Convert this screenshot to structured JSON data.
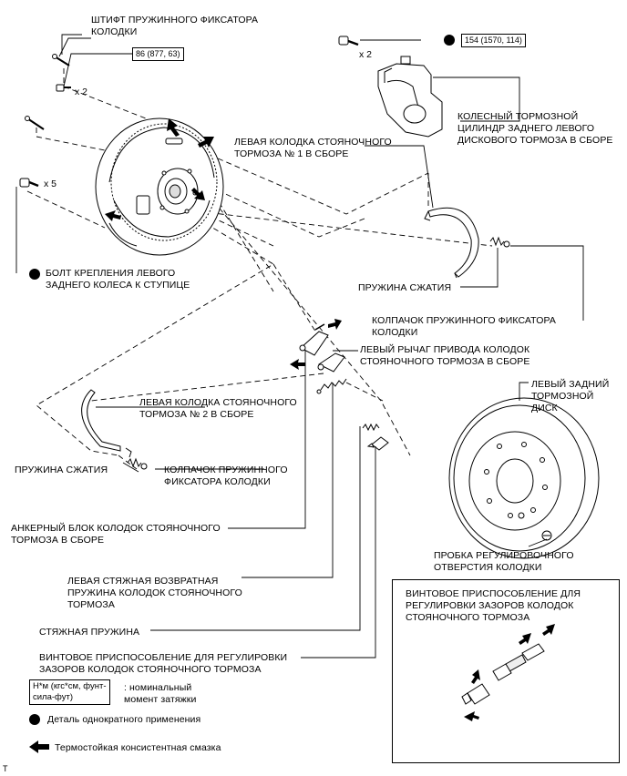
{
  "labels": {
    "pin": "ШТИФТ ПРУЖИННОГО ФИКСАТОРА\nКОЛОДКИ",
    "caliper": "КОЛЕСНЫЙ ТОРМОЗНОЙ\nЦИЛИНДР ЗАДНЕГО ЛЕВОГО\nДИСКОВОГО ТОРМОЗА В СБОРЕ",
    "shoe1": "ЛЕВАЯ КОЛОДКА СТОЯНОЧНОГО\nТОРМОЗА № 1 В СБОРЕ",
    "hub_bolt": "БОЛТ КРЕПЛЕНИЯ ЛЕВОГО\nЗАДНЕГО КОЛЕСА К СТУПИЦЕ",
    "compression_spring_right": "ПРУЖИНА СЖАТИЯ",
    "cap_right": "КОЛПАЧОК ПРУЖИННОГО ФИКСАТОРА\nКОЛОДКИ",
    "lever": "ЛЕВЫЙ РЫЧАГ ПРИВОДА КОЛОДОК\nСТОЯНОЧНОГО ТОРМОЗА В СБОРЕ",
    "shoe2": "ЛЕВАЯ КОЛОДКА СТОЯНОЧНОГО\nТОРМОЗА № 2 В СБОРЕ",
    "compression_spring_left": "ПРУЖИНА СЖАТИЯ",
    "cap_left": "КОЛПАЧОК ПРУЖИННОГО\nФИКСАТОРА КОЛОДКИ",
    "disc": "ЛЕВЫЙ ЗАДНИЙ\nТОРМОЗНОЙ\nДИСК",
    "anchor": "АНКЕРНЫЙ БЛОК КОЛОДОК СТОЯНОЧНОГО\nТОРМОЗА В СБОРЕ",
    "plug": "ПРОБКА РЕГУЛИРОВОЧНОГО\nОТВЕРСТИЯ КОЛОДКИ",
    "return_spring": "ЛЕВАЯ СТЯЖНАЯ ВОЗВРАТНАЯ\nПРУЖИНА КОЛОДОК СТОЯНОЧНОГО\nТОРМОЗА",
    "tension_spring": "СТЯЖНАЯ ПРУЖИНА",
    "adjuster": "ВИНТОВОЕ ПРИСПОСОБЛЕНИЕ ДЛЯ РЕГУЛИРОВКИ\nЗАЗОРОВ КОЛОДОК СТОЯНОЧНОГО ТОРМОЗА",
    "inset_title": "ВИНТОВОЕ ПРИСПОСОБЛЕНИЕ ДЛЯ\nРЕГУЛИРОВКИ ЗАЗОРОВ КОЛОДОК\nСТОЯНОЧНОГО ТОРМОЗА"
  },
  "torques": {
    "small_bolt": "86 (877, 63)",
    "caliper_bolt": "154 (1570, 114)"
  },
  "quantities": {
    "small_bolt": "x 2",
    "caliper_bolt": "x 2",
    "backing_bolt": "x 5"
  },
  "legend": {
    "torque_box": "Н*м (кгс*см, фунт-\nсила-фут)",
    "torque_desc": ": номинальный\nмомент затяжки",
    "non_reusable": "Деталь однократного применения",
    "grease": "Термостойкая консистентная смазка"
  },
  "footer_mark": "T",
  "colors": {
    "line": "#000000",
    "background": "#ffffff",
    "part_fill": "#ffffff",
    "shade": "#cccccc"
  }
}
